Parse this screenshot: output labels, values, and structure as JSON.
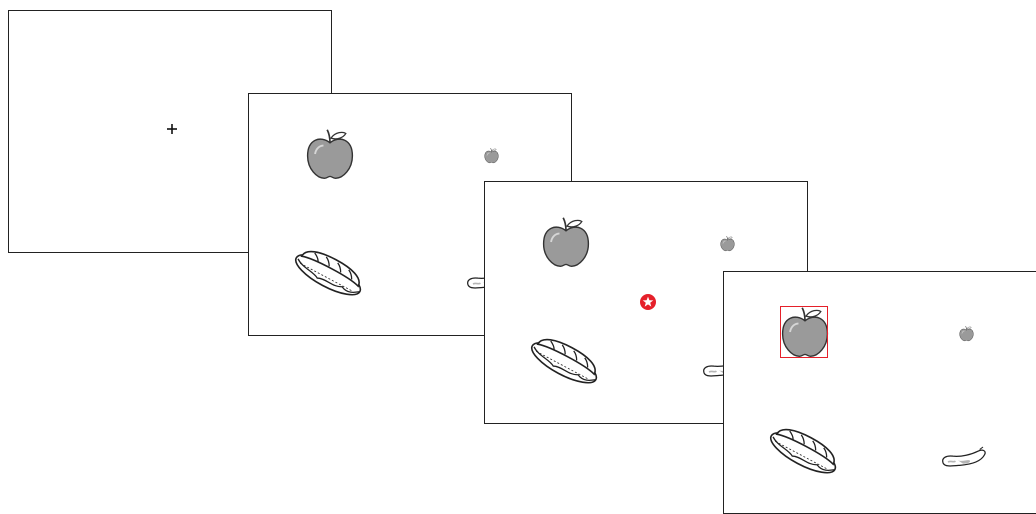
{
  "trial_sequence": {
    "screens": [
      {
        "id": "fixation",
        "items": [
          "fixation-cross"
        ]
      },
      {
        "id": "preview",
        "items": [
          "apple-large",
          "apple-small",
          "sandwich",
          "sausage"
        ]
      },
      {
        "id": "cue",
        "items": [
          "apple-large",
          "apple-small",
          "sandwich",
          "sausage",
          "gaze-marker"
        ]
      },
      {
        "id": "response",
        "items": [
          "apple-large",
          "apple-small",
          "sandwich",
          "sausage",
          "selection-box"
        ]
      }
    ]
  },
  "colors": {
    "frame_border": "#222222",
    "apple_fill": "#9a9a9a",
    "outline": "#333333",
    "marker_red": "#e5202a",
    "selection_box": "#e5202a"
  },
  "icons": {
    "fixation": "plus-icon",
    "apple": "apple-icon",
    "sandwich": "sandwich-icon",
    "sausage": "sausage-icon",
    "gaze_marker": "red-star-circle-icon"
  }
}
